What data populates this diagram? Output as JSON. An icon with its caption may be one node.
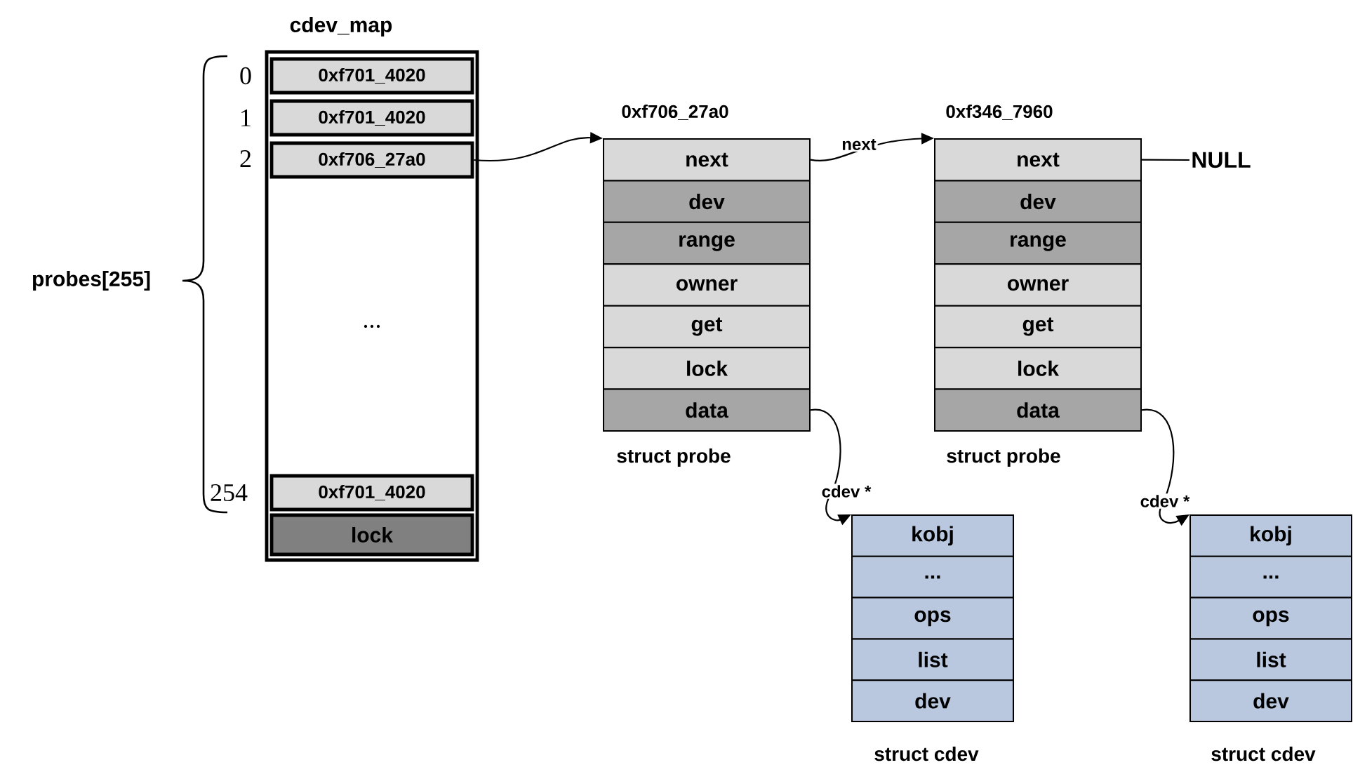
{
  "diagram": {
    "nodes": [
      {
        "text": [
          "cdev_map"
        ]
      },
      {
        "text": [
          "0xf701_4020"
        ],
        "in": 0
      },
      {
        "text": [
          "0xf701_4020"
        ],
        "in": 0
      },
      {
        "text": [
          "0xf706_27a0"
        ],
        "in": 0
      },
      {
        "text": [
          "..."
        ],
        "in": 0
      },
      {
        "text": [
          "0xf701_4020"
        ],
        "in": 0
      },
      {
        "text": [
          "lock"
        ],
        "in": 0
      },
      {
        "text": [
          "0xf706_27a0",
          "struct probe"
        ]
      },
      {
        "text": [
          "next"
        ],
        "in": 7
      },
      {
        "text": [
          "dev"
        ],
        "in": 7
      },
      {
        "text": [
          "range"
        ],
        "in": 7
      },
      {
        "text": [
          "owner"
        ],
        "in": 7
      },
      {
        "text": [
          "get"
        ],
        "in": 7
      },
      {
        "text": [
          "lock"
        ],
        "in": 7
      },
      {
        "text": [
          "data"
        ],
        "in": 7
      },
      {
        "text": [
          "0xf346_7960",
          "struct probe"
        ]
      },
      {
        "text": [
          "next"
        ],
        "in": 15
      },
      {
        "text": [
          "dev"
        ],
        "in": 15
      },
      {
        "text": [
          "range"
        ],
        "in": 15
      },
      {
        "text": [
          "owner"
        ],
        "in": 15
      },
      {
        "text": [
          "get"
        ],
        "in": 15
      },
      {
        "text": [
          "lock"
        ],
        "in": 15
      },
      {
        "text": [
          "data"
        ],
        "in": 15
      },
      {
        "text": [
          "NULL"
        ]
      },
      {
        "text": [
          "struct cdev"
        ]
      },
      {
        "text": [
          "kobj"
        ],
        "in": 24
      },
      {
        "text": [
          "..."
        ],
        "in": 24
      },
      {
        "text": [
          "ops"
        ],
        "in": 24
      },
      {
        "text": [
          "list"
        ],
        "in": 24
      },
      {
        "text": [
          "dev"
        ],
        "in": 24
      },
      {
        "text": [
          "struct cdev"
        ]
      },
      {
        "text": [
          "kobj"
        ],
        "in": 30
      },
      {
        "text": [
          "..."
        ],
        "in": 30
      },
      {
        "text": [
          "ops"
        ],
        "in": 30
      },
      {
        "text": [
          "list"
        ],
        "in": 30
      },
      {
        "text": [
          "dev"
        ],
        "in": 30
      }
    ],
    "edges": [
      {
        "from": 3,
        "to": 7,
        "arrow": "to"
      },
      {
        "from": 8,
        "to": 15,
        "arrow": "to",
        "label": "next"
      },
      {
        "from": 16,
        "to": 23,
        "arrow": "none"
      },
      {
        "from": 14,
        "to": 24,
        "arrow": "to",
        "label": "cdev *"
      },
      {
        "from": 22,
        "to": 30,
        "arrow": "to",
        "label": "cdev *"
      }
    ],
    "labels": [
      "0",
      "1",
      "2",
      "254",
      "probes[255]"
    ]
  }
}
